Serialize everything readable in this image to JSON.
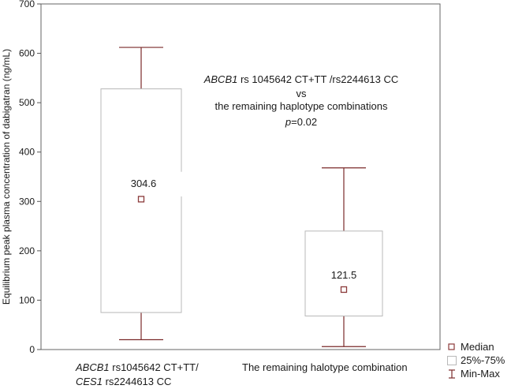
{
  "chart_data": {
    "type": "boxplot",
    "ylabel": "Equilibrium peak plasma concentration of dabigatran (ng/mL)",
    "ylim": [
      0,
      700
    ],
    "yticks": [
      "0",
      "100",
      "200",
      "300",
      "400",
      "500",
      "600",
      "700"
    ],
    "grid": false,
    "legend_position": "bottom-right",
    "categories": [
      {
        "italic": "ABCB1",
        "line1_rest": " rs1045642 CT+TT/",
        "line2_italic": "CES1",
        "line2_rest": " rs2244613 CC"
      },
      {
        "italic": "",
        "line1_rest": "The remaining halotype combination",
        "line2_italic": "",
        "line2_rest": ""
      }
    ],
    "boxes": [
      {
        "min": 20,
        "q1": 75,
        "median": 304.6,
        "q3": 528,
        "max": 612,
        "median_label": "304.6"
      },
      {
        "min": 6,
        "q1": 68,
        "median": 121.5,
        "q3": 240,
        "max": 368,
        "median_label": "121.5"
      }
    ],
    "annotation": {
      "line1_italic": "ABCB1",
      "line1_rest": " rs 1045642 CT+TT /rs2244613 CC",
      "line2": "vs",
      "line3": "the remaining haplotype combinations",
      "line4_italic": "p",
      "line4_rest": "=0.02"
    },
    "legend": [
      {
        "label": "Median",
        "symbol": "small-square-icon"
      },
      {
        "label": "25%-75%",
        "symbol": "box-icon"
      },
      {
        "label": "Min-Max",
        "symbol": "whisker-icon"
      }
    ],
    "colors": {
      "median": "#8b3a3a",
      "whisker": "#7a2a2a",
      "box": "#b8b8b8",
      "axis": "#555555"
    }
  }
}
